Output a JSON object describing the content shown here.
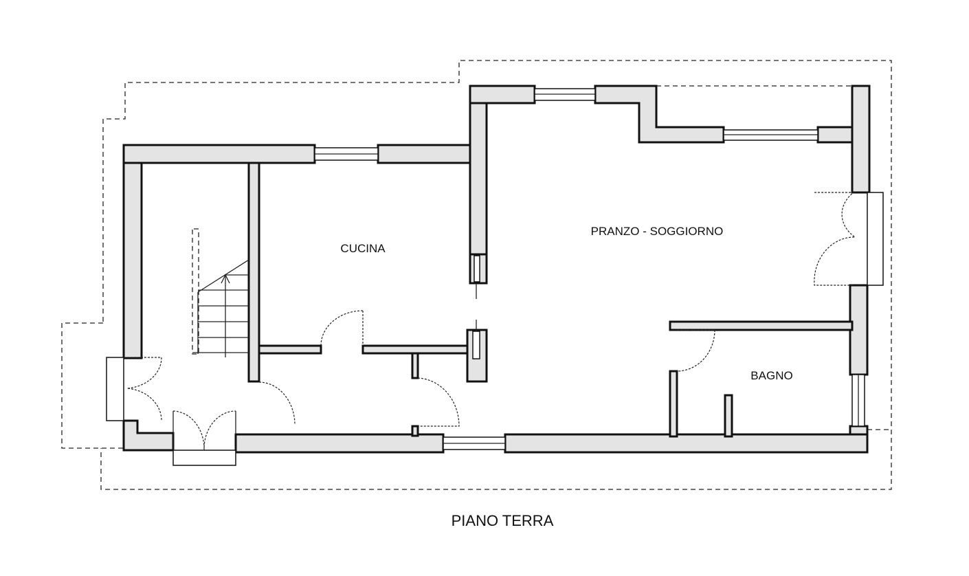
{
  "plan": {
    "title": "PIANO TERRA",
    "rooms": {
      "kitchen": "CUCINA",
      "living": "PRANZO - SOGGIORNO",
      "bathroom": "BAGNO"
    },
    "colors": {
      "wall_fill": "#e4e4e4",
      "line": "#111111"
    }
  }
}
